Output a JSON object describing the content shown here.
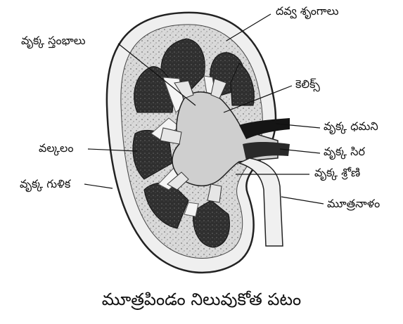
{
  "diagram": {
    "caption": "మూత్రపిండం నిలువుకోత పటం",
    "labels": {
      "renal_pyramids": "దవ్వ శృంగాలు",
      "renal_columns": "వృక్క స్తంభాలు",
      "calyx": "కెలిక్స్",
      "cortex": "వల్కలం",
      "renal_artery": "వృక్క ధమని",
      "renal_vein": "వృక్క సిర",
      "renal_pelvis": "వృక్క శ్రోణి",
      "capsule": "వృక్క గుళిక",
      "ureter": "మూత్రనాళం"
    }
  }
}
